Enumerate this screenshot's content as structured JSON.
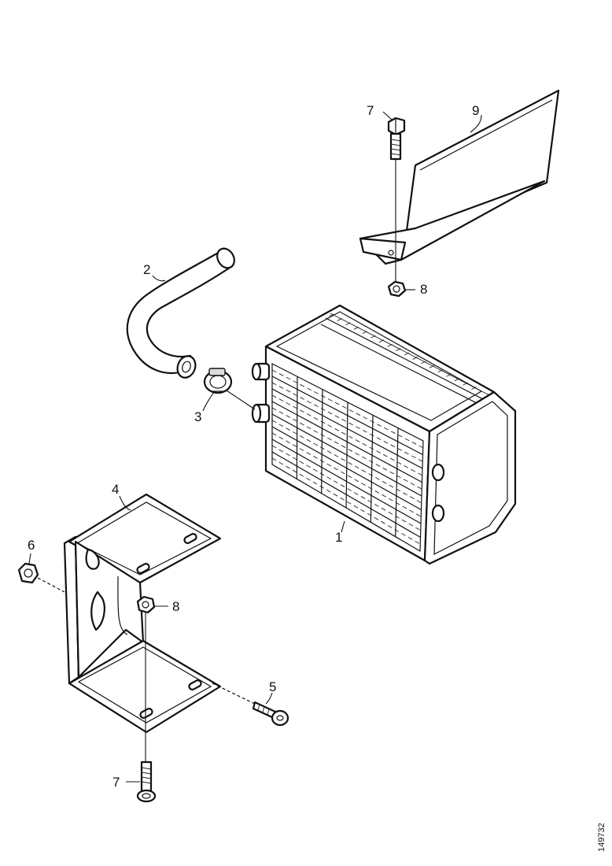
{
  "callouts": {
    "part1": "1",
    "part2": "2",
    "part3": "3",
    "part4": "4",
    "part5": "5",
    "part6": "6",
    "part7_top": "7",
    "part7_bottom": "7",
    "part8_top": "8",
    "part8_mid": "8",
    "part9": "9"
  },
  "reference_number": "149732"
}
